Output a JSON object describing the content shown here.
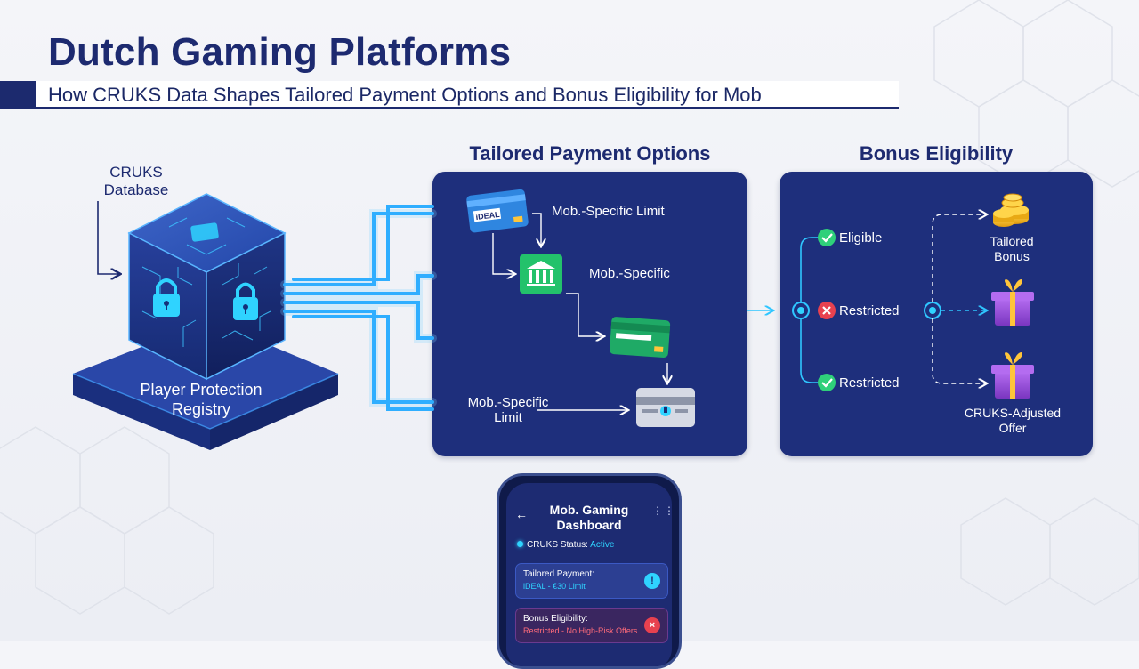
{
  "header": {
    "title": "Dutch Gaming Platforms",
    "subtitle": "How CRUKS Data Shapes Tailored Payment Options and Bonus Eligibility for Mob"
  },
  "database": {
    "label": "CRUKS Database",
    "platform_label": "Player Protection Registry"
  },
  "payment": {
    "heading": "Tailored Payment Options",
    "card_brand": "iDEAL",
    "label_1": "Mob.-Specific Limit",
    "label_2": "Mob.-Specific",
    "label_3": "Mob.-Specific Limit"
  },
  "bonus": {
    "heading": "Bonus Eligibility",
    "status_1": "Eligible",
    "status_2": "Restricted",
    "status_3": "Restricted",
    "outcome_1": "Tailored Bonus",
    "outcome_3": "CRUKS-Adjusted Offer"
  },
  "phone": {
    "title": "Mob. Gaming Dashboard",
    "status_label": "CRUKS Status:",
    "status_value": "Active",
    "payment_title": "Tailored Payment:",
    "payment_detail": "iDEAL - €30 Limit",
    "bonus_title": "Bonus Eligibility:",
    "bonus_detail": "Restricted - No High-Risk Offers"
  },
  "colors": {
    "navy": "#1d2a70",
    "panel": "#1e2f7c",
    "glow": "#2fb8ff",
    "eligible": "#2fd07a",
    "restricted": "#e8414f",
    "gold": "#f2b619",
    "gift": "#9b4fd6"
  }
}
